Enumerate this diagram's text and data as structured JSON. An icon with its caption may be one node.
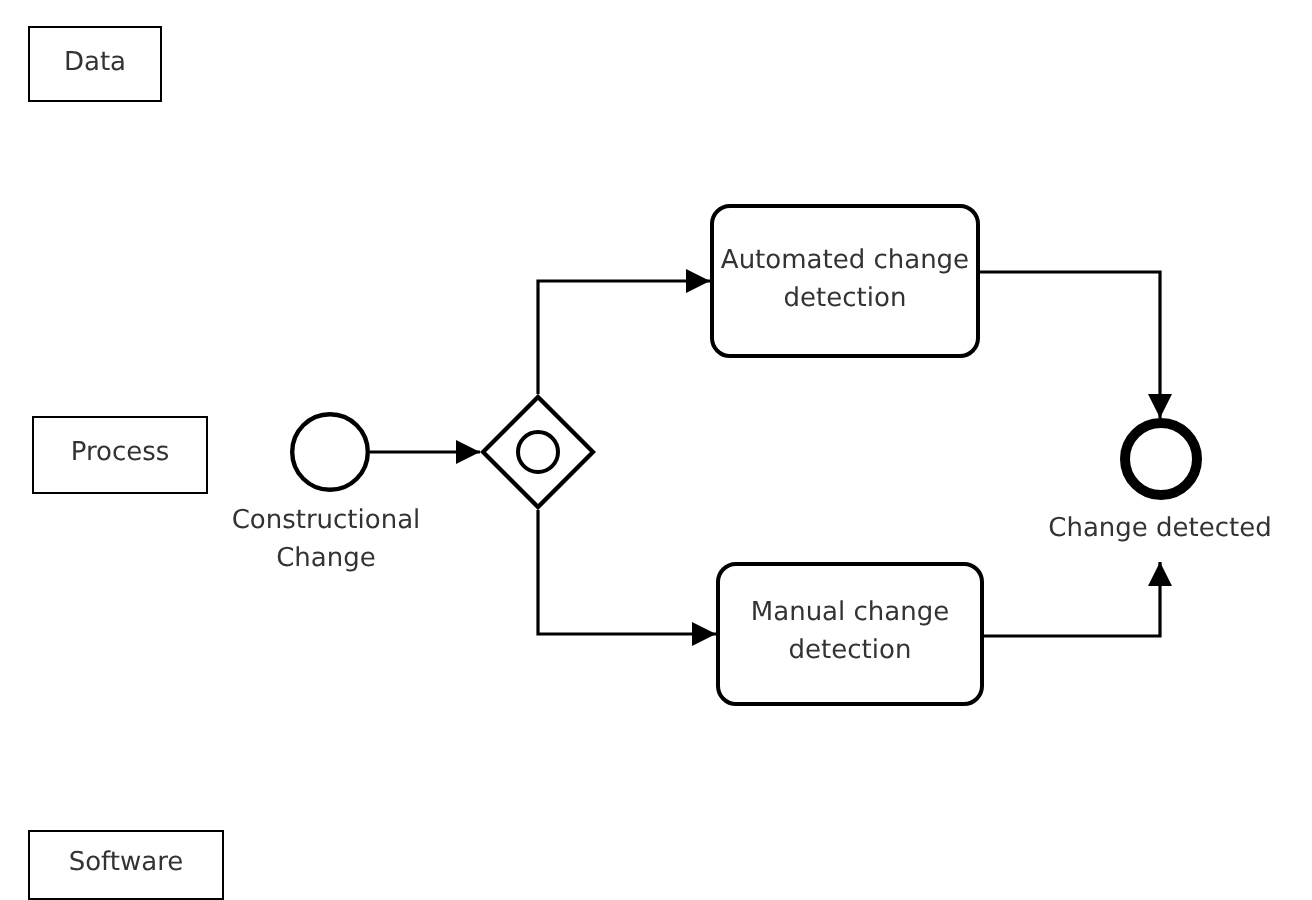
{
  "diagram": {
    "nodes": [
      {
        "text": [
          "Data"
        ]
      },
      {
        "text": [
          "Process"
        ]
      },
      {
        "text": [
          "Software"
        ]
      },
      {
        "text": [],
        "shape": "circle",
        "beside": [
          "Constructional Change"
        ]
      },
      {
        "text": [],
        "shape": "diamond"
      },
      {
        "text": [
          "Automated change detection"
        ]
      },
      {
        "text": [
          "Manual change detection"
        ]
      },
      {
        "text": [],
        "shape": "circle",
        "beside": [
          "Change detected"
        ]
      }
    ],
    "edges": [
      {
        "from": 3,
        "to": 4,
        "arrow": "to"
      },
      {
        "from": 4,
        "to": 5,
        "arrow": "to"
      },
      {
        "from": 4,
        "to": 6,
        "arrow": "to"
      },
      {
        "from": 5,
        "to": 7,
        "arrow": "to"
      },
      {
        "from": 6,
        "to": 7,
        "arrow": "to"
      }
    ]
  }
}
